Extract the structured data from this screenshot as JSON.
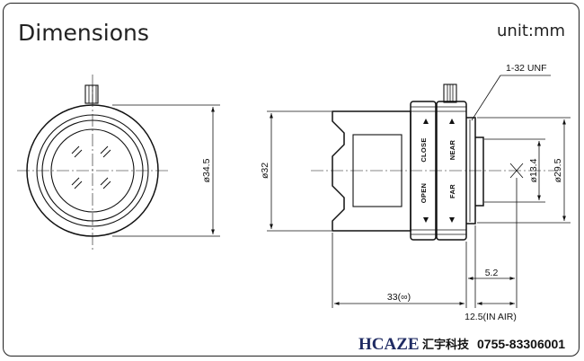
{
  "title": "Dimensions",
  "unit": "unit:mm",
  "labels": {
    "thread": "1-32 UNF",
    "front_diameter": "ø34.5",
    "body_diameter": "ø32",
    "rear_inner_diameter": "ø13.4",
    "rear_outer_diameter": "ø29.5",
    "flange_length": "5.2",
    "body_length": "33(∞)",
    "back_focus": "12.5(IN AIR)"
  },
  "rings": {
    "iris_close": "CLOSE",
    "iris_open": "OPEN",
    "focus_near": "NEAR",
    "focus_far": "FAR"
  },
  "brand": {
    "logo": "HCAZE",
    "name": "汇宇科技",
    "phone": "0755-83306001"
  }
}
